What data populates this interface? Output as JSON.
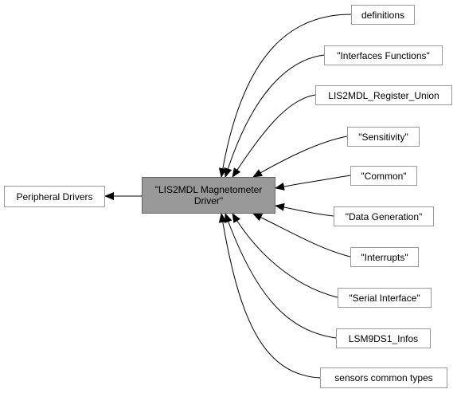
{
  "colors": {
    "background": "#ffffff",
    "node_fill": "#ffffff",
    "node_border": "#999999",
    "current_fill": "#999999",
    "edge": "#000000"
  },
  "diagram": {
    "parent": {
      "label": "Peripheral Drivers"
    },
    "current": {
      "label": "\"LIS2MDL Magnetometer Driver\""
    },
    "children": [
      {
        "label": "definitions"
      },
      {
        "label": "\"Interfaces Functions\""
      },
      {
        "label": "LIS2MDL_Register_Union"
      },
      {
        "label": "\"Sensitivity\""
      },
      {
        "label": "\"Common\""
      },
      {
        "label": "\"Data Generation\""
      },
      {
        "label": "\"Interrupts\""
      },
      {
        "label": "\"Serial Interface\""
      },
      {
        "label": "LSM9DS1_Infos"
      },
      {
        "label": "sensors common types"
      }
    ]
  }
}
